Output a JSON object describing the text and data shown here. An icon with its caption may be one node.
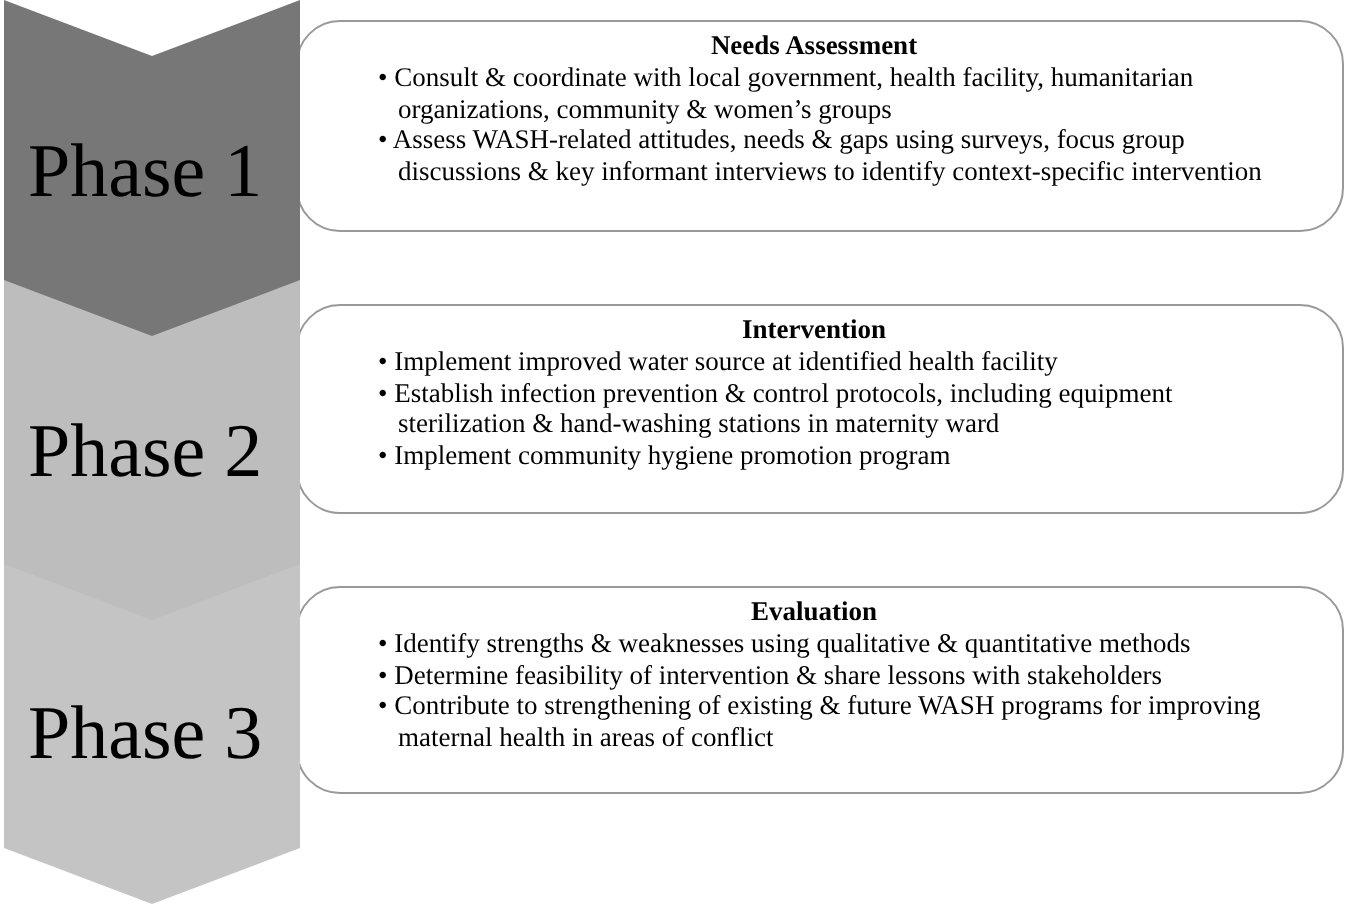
{
  "diagram": {
    "nodes": [
      {
        "text": [
          "Phase 1"
        ]
      },
      {
        "text": [
          "Needs Assessment",
          "• Consult & coordinate with local government, health facility, humanitarian organizations, community & women’s groups",
          "• Assess WASH-related attitudes, needs & gaps using surveys, focus group discussions & key informant interviews to identify context-specific intervention"
        ]
      },
      {
        "text": [
          "Phase 2"
        ]
      },
      {
        "text": [
          "Intervention",
          "• Implement improved water source at identified health facility",
          "• Establish infection prevention & control protocols, including equipment sterilization & hand-washing stations in maternity ward",
          "• Implement community hygiene promotion program"
        ]
      },
      {
        "text": [
          "Phase 3"
        ]
      },
      {
        "text": [
          "Evaluation",
          "• Identify strengths & weaknesses using qualitative & quantitative methods",
          "• Determine feasibility of intervention & share lessons with stakeholders",
          "• Contribute to strengthening of existing & future WASH programs for improving maternal health in areas of conflict"
        ]
      }
    ]
  }
}
